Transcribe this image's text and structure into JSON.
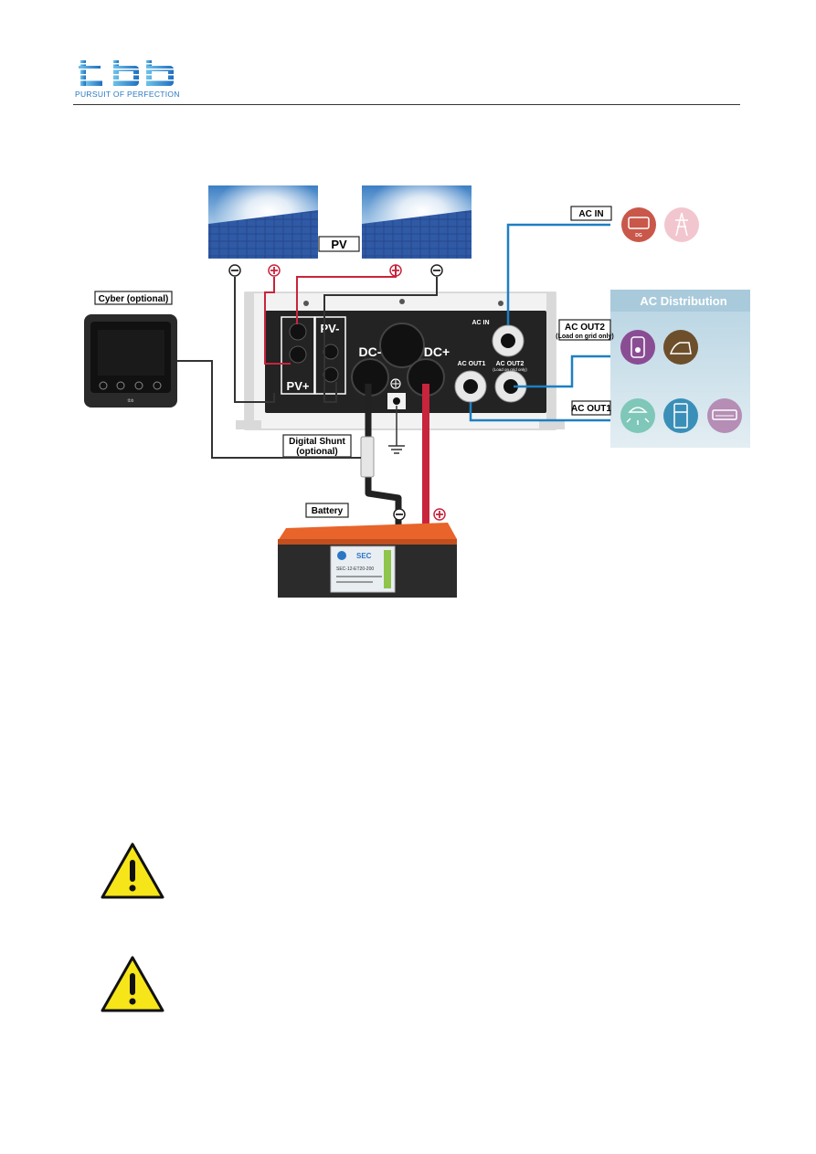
{
  "header": {
    "logo_text": "tbb",
    "tagline": "PURSUIT OF PERFECTION"
  },
  "diagram": {
    "pv_label": "PV",
    "ac_in_label": "AC IN",
    "ac_distribution_label": "AC Distribution",
    "ac_out2_label": "AC OUT2",
    "ac_out2_note": "(Load on grid only)",
    "ac_out1_label": "AC OUT1",
    "cyber_label": "Cyber (optional)",
    "cyber_brand": "tbb",
    "shunt_label_line1": "Digital Shunt",
    "shunt_label_line2": "(optional)",
    "battery_label": "Battery",
    "battery_brand": "SEC",
    "battery_model": "SEC-12-ET20-200",
    "dg_label": "DG",
    "inverter": {
      "pv_minus": "PV-",
      "pv_plus": "PV+",
      "dc_minus": "DC-",
      "dc_plus": "DC+",
      "ac_in": "AC IN",
      "ac_out1": "AC OUT1",
      "ac_out2": "AC OUT2",
      "ac_out2_note": "(Load on grid only)"
    },
    "colors": {
      "positive_wire": "#c8243c",
      "negative_wire": "#333333",
      "ac_wire": "#1e7fc2",
      "battery_case": "#e8642a",
      "ac_panel": "#cfe2ea"
    }
  }
}
